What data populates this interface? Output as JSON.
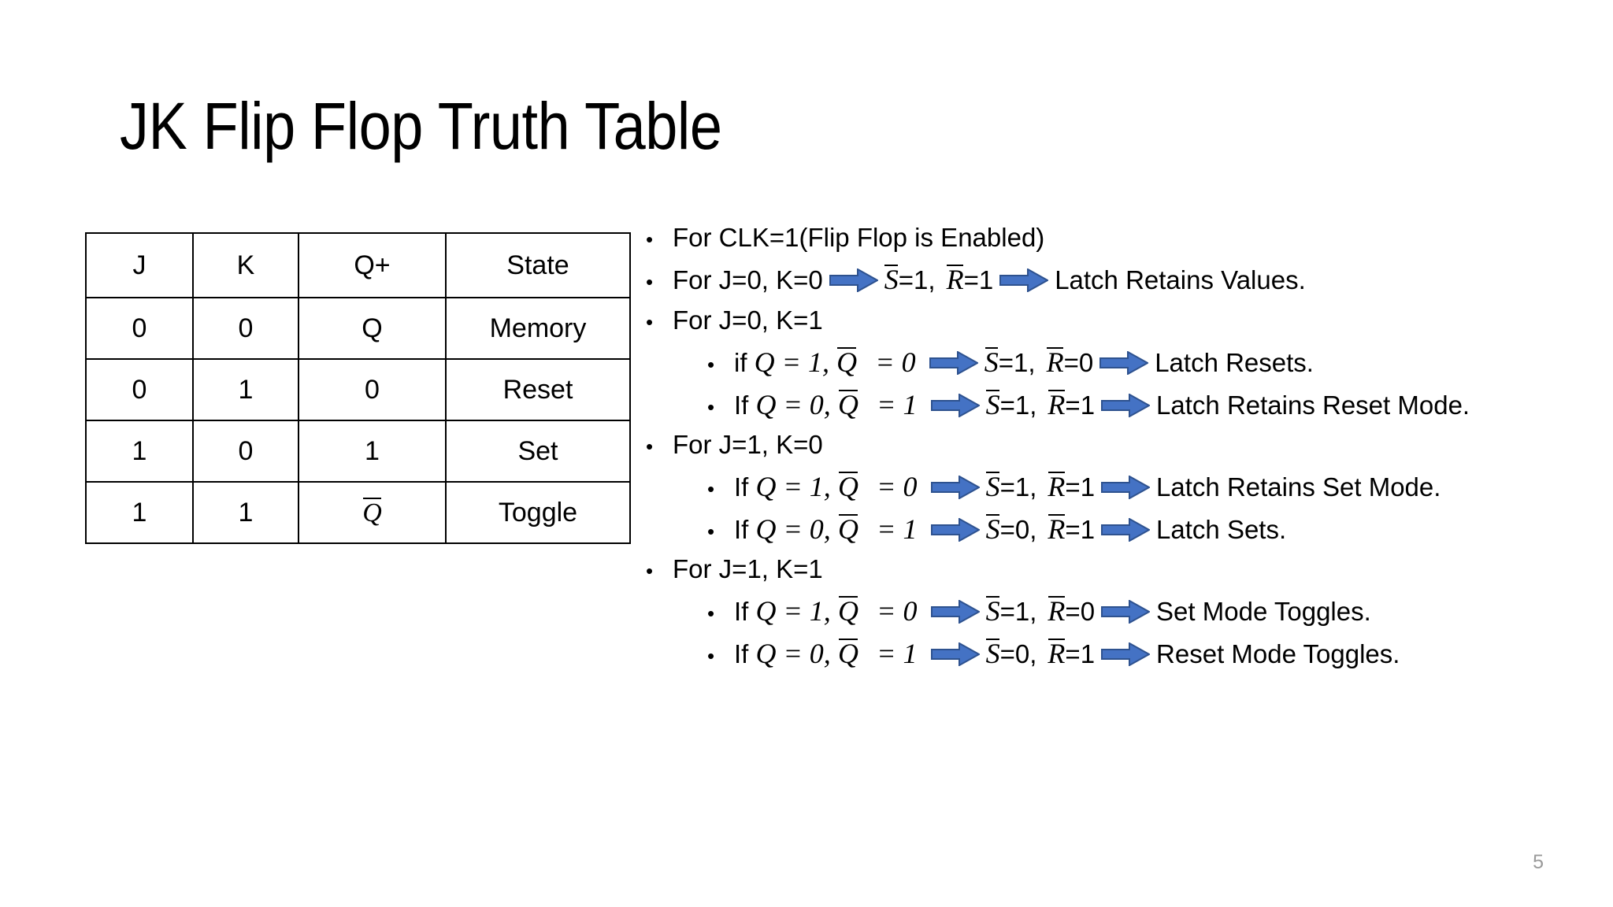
{
  "slide": {
    "title": "JK Flip Flop Truth Table",
    "page_number": "5",
    "background_color": "#ffffff",
    "arrow_fill_color": "#4472C4",
    "arrow_stroke_color": "#2E528F",
    "text_color": "#000000",
    "page_number_color": "#9a9a9a"
  },
  "truth_table": {
    "headers": [
      "J",
      "K",
      "Q+",
      "State"
    ],
    "rows": [
      {
        "j": "0",
        "k": "0",
        "qnext": "Q",
        "qnext_bar": false,
        "state": "Memory"
      },
      {
        "j": "0",
        "k": "1",
        "qnext": "0",
        "qnext_bar": false,
        "state": "Reset"
      },
      {
        "j": "1",
        "k": "0",
        "qnext": "1",
        "qnext_bar": false,
        "state": "Set"
      },
      {
        "j": "1",
        "k": "1",
        "qnext": "Q",
        "qnext_bar": true,
        "state": "Toggle"
      }
    ]
  },
  "bullets": [
    {
      "level": 1,
      "text": "For CLK=1(Flip Flop is Enabled)",
      "parts": [
        {
          "t": "text",
          "v": "For CLK=1(Flip Flop is Enabled)"
        }
      ]
    },
    {
      "level": 1,
      "text": "For J=0, K=0  →  S̅=1, R̅=1  →  Latch Retains Values.",
      "parts": [
        {
          "t": "text",
          "v": "For J=0, K=0"
        },
        {
          "t": "arrow",
          "v": "arrow-right"
        },
        {
          "t": "ovl",
          "v": "S"
        },
        {
          "t": "text",
          "v": "=1,"
        },
        {
          "t": "ovl",
          "v": "R"
        },
        {
          "t": "text",
          "v": "=1"
        },
        {
          "t": "arrow",
          "v": "arrow-right"
        },
        {
          "t": "text",
          "v": "Latch Retains Values."
        }
      ]
    },
    {
      "level": 1,
      "text": "For J=0, K=1",
      "parts": [
        {
          "t": "text",
          "v": "For J=0, K=1"
        }
      ]
    },
    {
      "level": 2,
      "text": "if Q = 1, Q̅ = 0  →  S̅=1, R̅=0  →  Latch Resets.",
      "parts": [
        {
          "t": "text",
          "v": "if"
        },
        {
          "t": "math",
          "v": "Q = 1,"
        },
        {
          "t": "mathovl",
          "v": "Q"
        },
        {
          "t": "math",
          "v": "= 0"
        },
        {
          "t": "arrow",
          "v": "arrow-right"
        },
        {
          "t": "ovl",
          "v": "S"
        },
        {
          "t": "text",
          "v": "=1,"
        },
        {
          "t": "ovl",
          "v": "R"
        },
        {
          "t": "text",
          "v": "=0"
        },
        {
          "t": "arrow",
          "v": "arrow-right"
        },
        {
          "t": "text",
          "v": "Latch Resets."
        }
      ]
    },
    {
      "level": 2,
      "text": "If Q = 0, Q̅ = 1  →  S̅=1, R̅=1  →  Latch Retains Reset Mode.",
      "parts": [
        {
          "t": "text",
          "v": "If"
        },
        {
          "t": "math",
          "v": "Q = 0,"
        },
        {
          "t": "mathovl",
          "v": "Q"
        },
        {
          "t": "math",
          "v": "= 1"
        },
        {
          "t": "arrow",
          "v": "arrow-right"
        },
        {
          "t": "ovl",
          "v": "S"
        },
        {
          "t": "text",
          "v": "=1,"
        },
        {
          "t": "ovl",
          "v": "R"
        },
        {
          "t": "text",
          "v": "=1"
        },
        {
          "t": "arrow",
          "v": "arrow-right"
        },
        {
          "t": "text",
          "v": "Latch Retains Reset Mode."
        }
      ]
    },
    {
      "level": 1,
      "text": "For J=1, K=0",
      "parts": [
        {
          "t": "text",
          "v": "For J=1, K=0"
        }
      ]
    },
    {
      "level": 2,
      "text": "If Q = 1, Q̅ = 0  →  S̅=1, R̅=1  →  Latch Retains Set Mode.",
      "parts": [
        {
          "t": "text",
          "v": "If"
        },
        {
          "t": "math",
          "v": "Q = 1,"
        },
        {
          "t": "mathovl",
          "v": "Q"
        },
        {
          "t": "math",
          "v": "= 0"
        },
        {
          "t": "arrow",
          "v": "arrow-right"
        },
        {
          "t": "ovl",
          "v": "S"
        },
        {
          "t": "text",
          "v": "=1,"
        },
        {
          "t": "ovl",
          "v": "R"
        },
        {
          "t": "text",
          "v": "=1"
        },
        {
          "t": "arrow",
          "v": "arrow-right"
        },
        {
          "t": "text",
          "v": "Latch Retains Set Mode."
        }
      ]
    },
    {
      "level": 2,
      "text": "If Q = 0, Q̅ = 1  →  S̅=0, R̅=1  →  Latch Sets.",
      "parts": [
        {
          "t": "text",
          "v": "If"
        },
        {
          "t": "math",
          "v": "Q = 0,"
        },
        {
          "t": "mathovl",
          "v": "Q"
        },
        {
          "t": "math",
          "v": "= 1"
        },
        {
          "t": "arrow",
          "v": "arrow-right"
        },
        {
          "t": "ovl",
          "v": "S"
        },
        {
          "t": "text",
          "v": "=0,"
        },
        {
          "t": "ovl",
          "v": "R"
        },
        {
          "t": "text",
          "v": "=1"
        },
        {
          "t": "arrow",
          "v": "arrow-right"
        },
        {
          "t": "text",
          "v": "Latch Sets."
        }
      ]
    },
    {
      "level": 1,
      "text": "For J=1, K=1",
      "parts": [
        {
          "t": "text",
          "v": "For J=1, K=1"
        }
      ]
    },
    {
      "level": 2,
      "text": "If Q = 1, Q̅ = 0  →  S̅=1, R̅=0  →  Set Mode Toggles.",
      "parts": [
        {
          "t": "text",
          "v": "If"
        },
        {
          "t": "math",
          "v": "Q = 1,"
        },
        {
          "t": "mathovl",
          "v": "Q"
        },
        {
          "t": "math",
          "v": "= 0"
        },
        {
          "t": "arrow",
          "v": "arrow-right"
        },
        {
          "t": "ovl",
          "v": "S"
        },
        {
          "t": "text",
          "v": "=1,"
        },
        {
          "t": "ovl",
          "v": "R"
        },
        {
          "t": "text",
          "v": "=0"
        },
        {
          "t": "arrow",
          "v": "arrow-right"
        },
        {
          "t": "text",
          "v": "Set Mode Toggles."
        }
      ]
    },
    {
      "level": 2,
      "text": "If Q = 0, Q̅ = 1  →  S̅=0, R̅=1  →  Reset Mode Toggles.",
      "parts": [
        {
          "t": "text",
          "v": "If"
        },
        {
          "t": "math",
          "v": "Q = 0,"
        },
        {
          "t": "mathovl",
          "v": "Q"
        },
        {
          "t": "math",
          "v": "= 1"
        },
        {
          "t": "arrow",
          "v": "arrow-right"
        },
        {
          "t": "ovl",
          "v": "S"
        },
        {
          "t": "text",
          "v": "=0,"
        },
        {
          "t": "ovl",
          "v": "R"
        },
        {
          "t": "text",
          "v": "=1"
        },
        {
          "t": "arrow",
          "v": "arrow-right"
        },
        {
          "t": "text",
          "v": "Reset Mode Toggles."
        }
      ]
    }
  ]
}
